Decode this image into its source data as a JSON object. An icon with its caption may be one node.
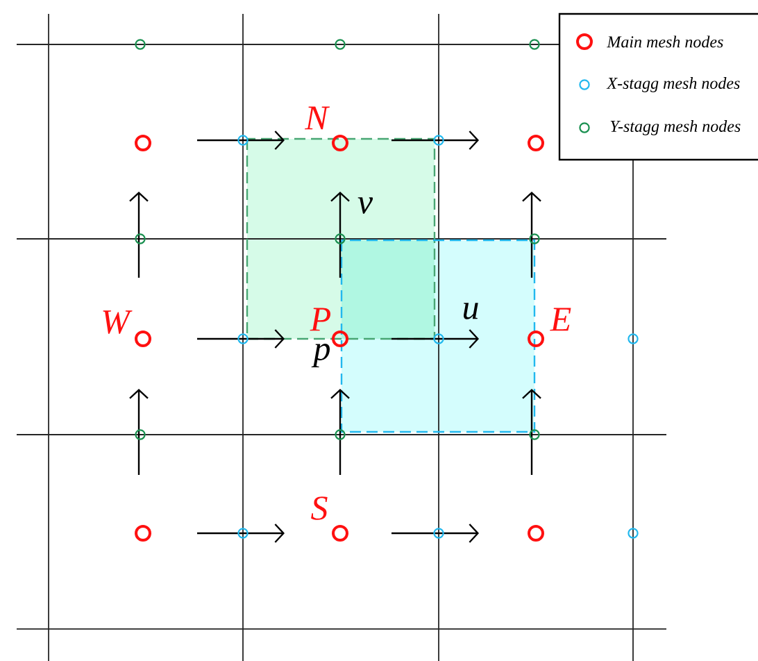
{
  "diagram": {
    "labels": [
      "N",
      "v",
      "W",
      "P",
      "u",
      "E",
      "p",
      "S"
    ],
    "legend": [
      {
        "text": "Main mesh nodes"
      },
      {
        "text": "X-stagg mesh nodes"
      },
      {
        "text": "Y-stagg mesh nodes"
      }
    ]
  }
}
